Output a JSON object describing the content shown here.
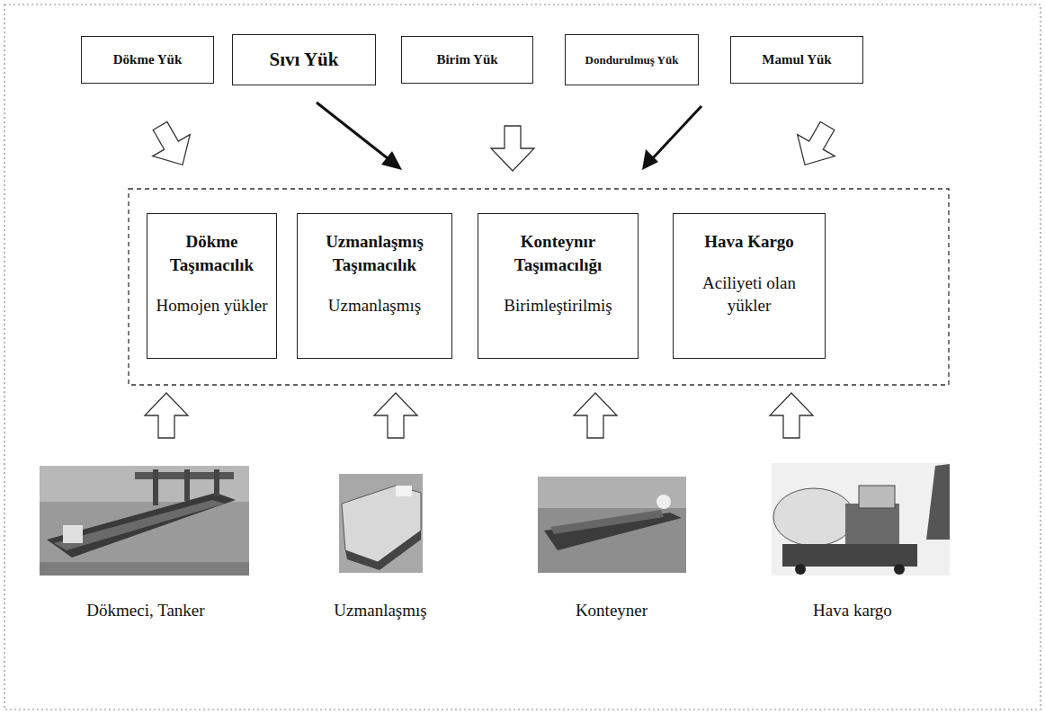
{
  "diagram": {
    "nodes": [
      {
        "text": [
          "Dökme Yük"
        ]
      },
      {
        "text": [
          "Sıvı Yük"
        ]
      },
      {
        "text": [
          "Birim Yük"
        ]
      },
      {
        "text": [
          "Dondurulmuş Yük"
        ]
      },
      {
        "text": [
          "Mamul Yük"
        ]
      },
      {
        "text": [
          "Dökme Taşımacılık",
          "Homojen yükler"
        ]
      },
      {
        "text": [
          "Uzmanlaşmış Taşımacılık",
          "Uzmanlaşmış"
        ]
      },
      {
        "text": [
          "Konteynır Taşımacılığı",
          "Birimleştirilmiş"
        ]
      },
      {
        "text": [
          "Hava Kargo",
          "Aciliyeti olan yükler"
        ]
      }
    ],
    "labels": [
      "Dökmeci, Tanker",
      "Uzmanlaşmış",
      "Konteyner",
      "Hava kargo"
    ]
  }
}
